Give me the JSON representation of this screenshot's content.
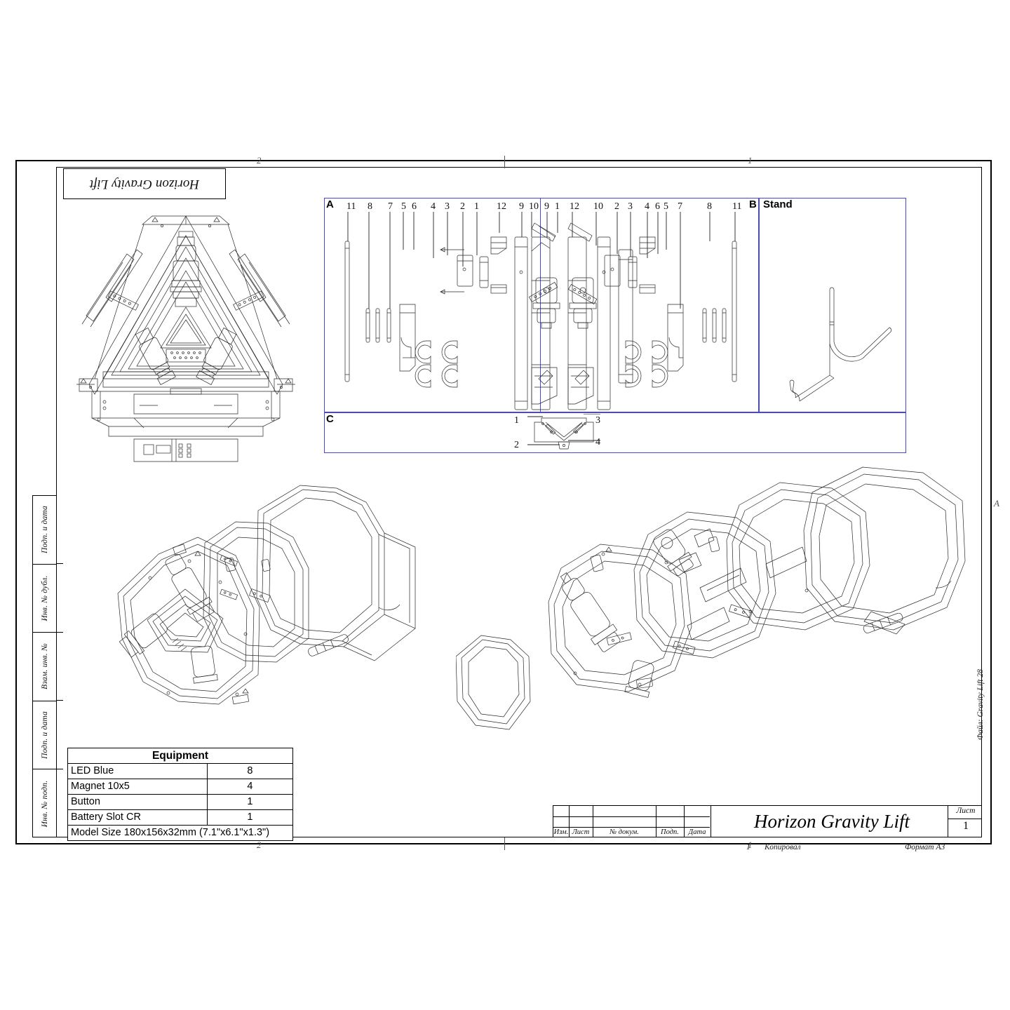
{
  "document": {
    "title": "Horizon Gravity Lift",
    "tag_label": "Horizon Gravity Lift",
    "sheet_format": "Формат A3",
    "file_label": "Файл: Gravity Lift 28",
    "copied_label": "Копировал",
    "copy_number": "1"
  },
  "frame_markers": {
    "top_left": "2",
    "top_right": "1",
    "bottom_left": "2",
    "bottom_right": "1",
    "right_row": "A"
  },
  "side_strip": {
    "cells": [
      {
        "label": "Подп. и дата"
      },
      {
        "label": "Инв. № дубл."
      },
      {
        "label": "Взам. инв. №"
      },
      {
        "label": "Подп. и дата"
      },
      {
        "label": "Инв. № подп."
      }
    ]
  },
  "panels": {
    "a": {
      "letter": "A",
      "caption": ""
    },
    "b": {
      "letter": "B",
      "caption": "Stand"
    },
    "c": {
      "letter": "C",
      "caption": ""
    }
  },
  "balloons": {
    "panel_a_left": [
      "11",
      "8",
      "7",
      "5",
      "6",
      "4",
      "3",
      "2",
      "1",
      "12",
      "9",
      "10"
    ],
    "panel_a_right": [
      "9",
      "1",
      "12",
      "10",
      "2",
      "3",
      "4",
      "6",
      "5",
      "7",
      "8",
      "11"
    ],
    "panel_c": [
      "1",
      "2",
      "3",
      "4"
    ]
  },
  "equipment": {
    "header": "Equipment",
    "rows": [
      {
        "name": "LED Blue",
        "qty": "8"
      },
      {
        "name": "Magnet 10x5",
        "qty": "4"
      },
      {
        "name": "Button",
        "qty": "1"
      },
      {
        "name": "Battery Slot CR",
        "qty": "1"
      }
    ],
    "footer": "Model Size 180x156x32mm (7.1\"x6.1\"x1.3\")"
  },
  "title_block": {
    "columns": [
      "Изм.",
      "Лист",
      "№ докум.",
      "Подп.",
      "Дата"
    ],
    "drawing_name": "Horizon Gravity Lift",
    "sheet_label": "Лист",
    "sheet_value": "1"
  },
  "colors": {
    "line": "#1a1a1a",
    "panel_border": "#4848d8",
    "paper": "#ffffff"
  }
}
